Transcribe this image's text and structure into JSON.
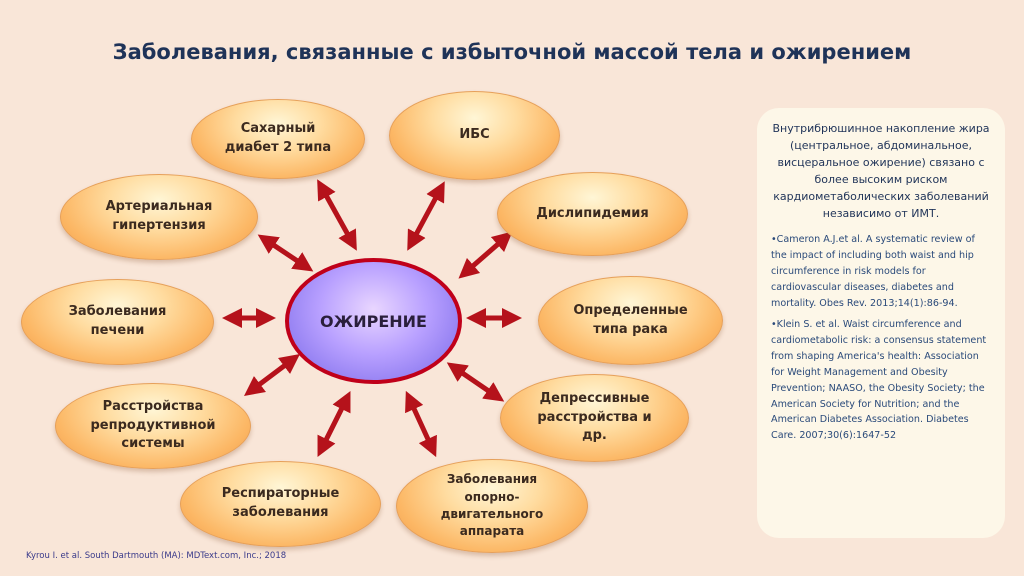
{
  "title": "Заболевания, связанные с избыточной массой тела и ожирением",
  "center": "ОЖИРЕНИЕ",
  "nodes": [
    {
      "id": "diabetes",
      "lines": [
        "Сахарный",
        "диабет 2 типа"
      ]
    },
    {
      "id": "ihd",
      "lines": [
        "ИБС"
      ]
    },
    {
      "id": "hypertension",
      "lines": [
        "Артериальная",
        "гипертензия"
      ]
    },
    {
      "id": "dyslipidemia",
      "lines": [
        "Дислипидемия"
      ]
    },
    {
      "id": "liver",
      "lines": [
        "Заболевания",
        "печени"
      ]
    },
    {
      "id": "cancer",
      "lines": [
        "Определенные",
        "типа рака"
      ]
    },
    {
      "id": "reproductive",
      "lines": [
        "Расстройства",
        "репродуктивной",
        "системы"
      ]
    },
    {
      "id": "depressive",
      "lines": [
        "Депрессивные",
        "расстройства и",
        "др."
      ]
    },
    {
      "id": "respiratory",
      "lines": [
        "Респираторные",
        "заболевания"
      ]
    },
    {
      "id": "musculoskeletal",
      "lines": [
        "Заболевания",
        "опорно-",
        "двигательного",
        "аппарата"
      ]
    }
  ],
  "panel": {
    "main": "Внутрибрюшинное накопление жира (центральное, абдоминальное, висцеральное ожирение) связано с более высоким риском кардиометаболических заболеваний независимо от ИМТ.",
    "refs": [
      "•Cameron A.J.et al. A systematic review of the impact of including both waist and hip circumference in risk models for cardiovascular diseases, diabetes and mortality. Obes Rev. 2013;14(1):86-94.",
      "•Klein S. et al. Waist circumference and cardiometabolic risk: a consensus statement from shaping America's health: Association for Weight Management and Obesity Prevention; NAASO, the Obesity Society; the American Society for Nutrition; and the American Diabetes Association. Diabetes Care. 2007;30(6):1647-52"
    ]
  },
  "footer": "Kyrou I. et al. South Dartmouth (MA): MDText.com, Inc.; 2018",
  "colors": {
    "arrow": "#b5121b",
    "title": "#1f3358",
    "center_border": "#c0001a"
  }
}
